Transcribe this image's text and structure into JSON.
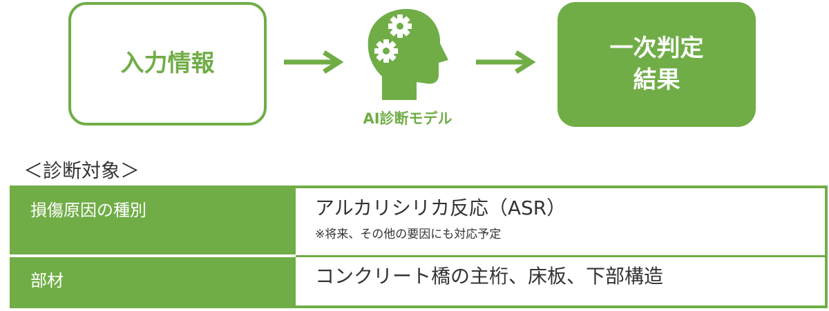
{
  "flow": {
    "input_label": "入力情報",
    "model_label": "AI診断モデル",
    "result_label": "一次判定\n結果"
  },
  "section": {
    "title": "＜診断対象＞"
  },
  "table": {
    "rows": [
      {
        "label": "損傷原因の種別",
        "value": "アルカリシリカ反応（ASR）",
        "note": "※将来、その他の要因にも対応予定"
      },
      {
        "label": "部材",
        "value": "コンクリート橋の主桁、床板、下部構造"
      }
    ]
  },
  "colors": {
    "accent": "#70ad47",
    "text": "#333333",
    "background": "#ffffff"
  },
  "icons": {
    "arrow": "right-arrow-icon",
    "model": "head-with-gears-icon"
  }
}
